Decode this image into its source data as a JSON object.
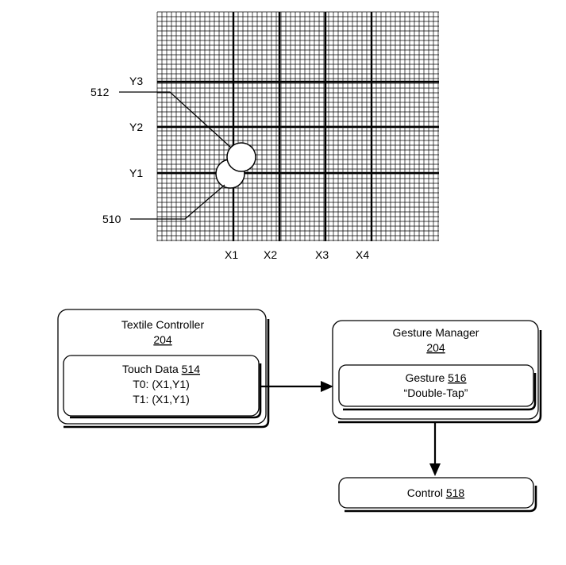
{
  "grid": {
    "row_labels": [
      "Y3",
      "Y2",
      "Y1"
    ],
    "column_labels": [
      "X1",
      "X2",
      "X3",
      "X4"
    ],
    "callouts": {
      "second_touch": "512",
      "first_touch": "510"
    }
  },
  "textile_controller": {
    "title": "Textile Controller",
    "ref": "204",
    "touch_data": {
      "label": "Touch Data",
      "ref": "514",
      "lines": [
        "T0: (X1,Y1)",
        "T1: (X1,Y1)"
      ]
    }
  },
  "gesture_manager": {
    "title": "Gesture Manager",
    "ref": "204",
    "gesture": {
      "label": "Gesture",
      "ref": "516",
      "value": "“Double-Tap”"
    }
  },
  "control": {
    "label": "Control",
    "ref": "518"
  }
}
